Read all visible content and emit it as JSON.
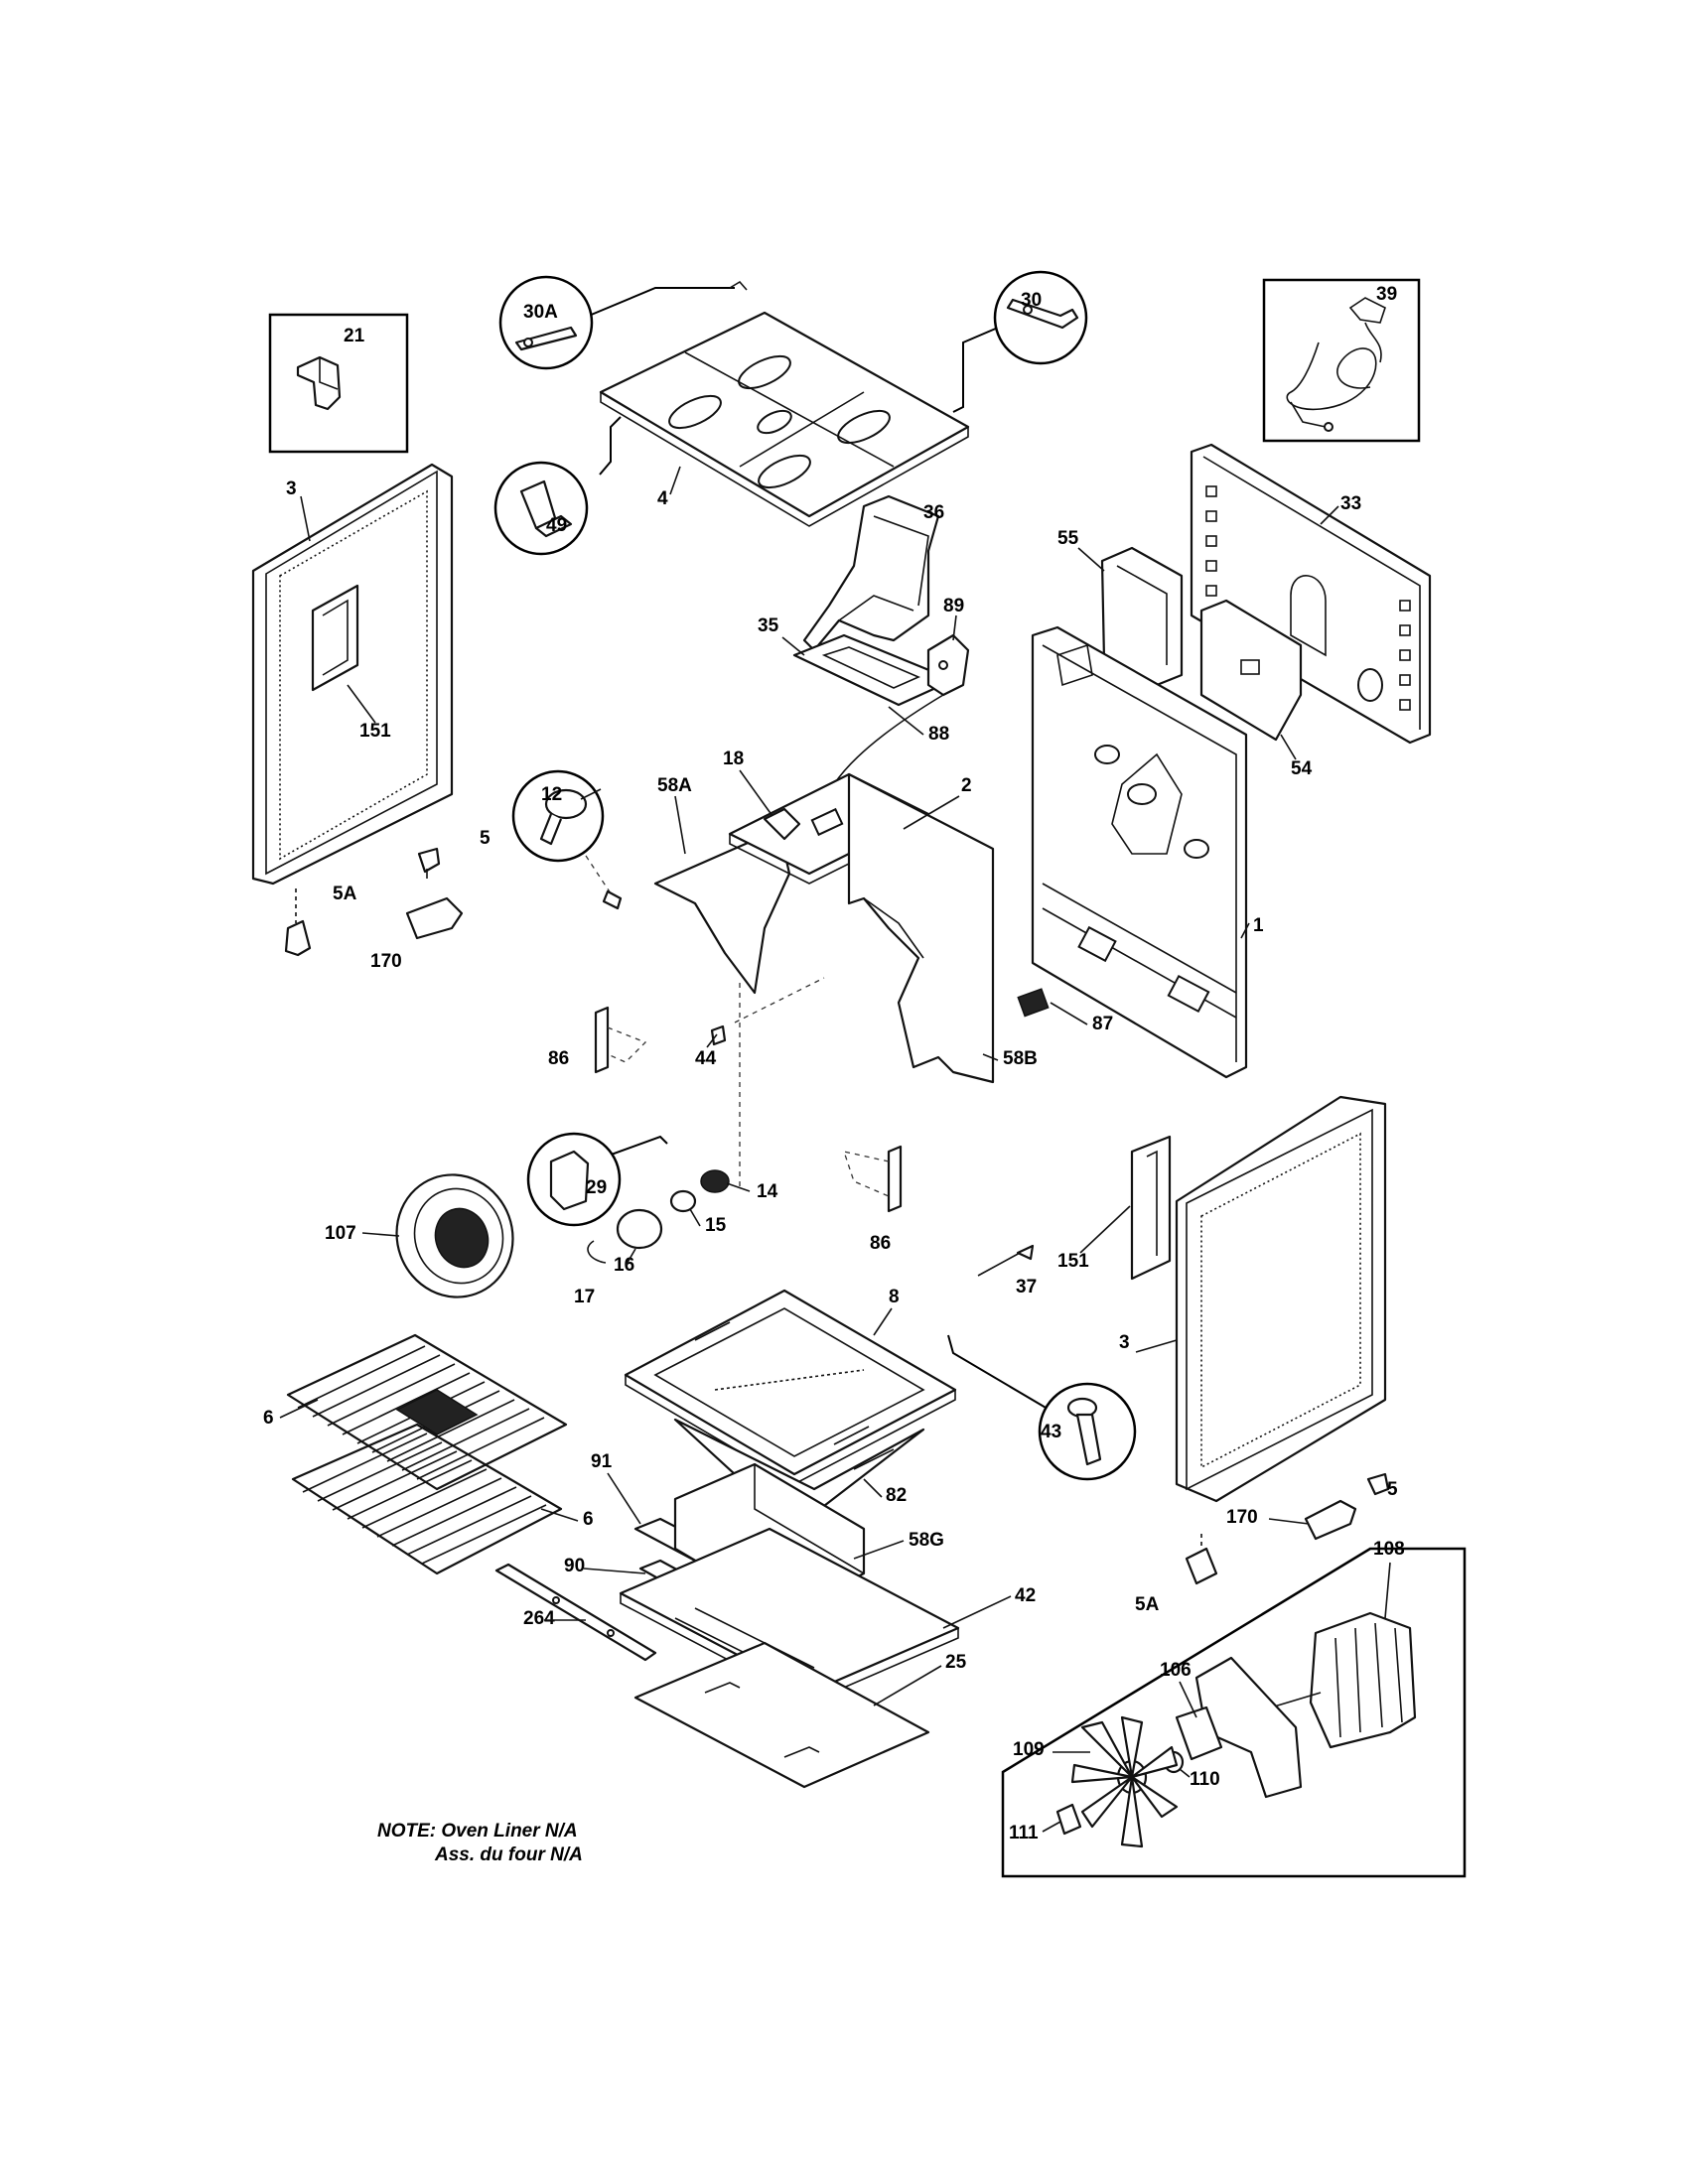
{
  "callouts": {
    "c_21": "21",
    "c_30A": "30A",
    "c_30": "30",
    "c_39": "39",
    "c_49": "49",
    "c_4": "4",
    "c_3a": "3",
    "c_36": "36",
    "c_33": "33",
    "c_55": "55",
    "c_89": "89",
    "c_35": "35",
    "c_88": "88",
    "c_151a": "151",
    "c_54": "54",
    "c_12": "12",
    "c_18": "18",
    "c_58A": "58A",
    "c_2": "2",
    "c_5a": "5",
    "c_5Aa": "5A",
    "c_1": "1",
    "c_170a": "170",
    "c_87": "87",
    "c_86a": "86",
    "c_44": "44",
    "c_58B": "58B",
    "c_29": "29",
    "c_14": "14",
    "c_15": "15",
    "c_107": "107",
    "c_16": "16",
    "c_86b": "86",
    "c_151b": "151",
    "c_17": "17",
    "c_37": "37",
    "c_8": "8",
    "c_3b": "3",
    "c_43": "43",
    "c_6a": "6",
    "c_91": "91",
    "c_82": "82",
    "c_5b": "5",
    "c_170b": "170",
    "c_6b": "6",
    "c_58G": "58G",
    "c_108": "108",
    "c_90": "90",
    "c_42": "42",
    "c_5Ab": "5A",
    "c_264": "264",
    "c_25": "25",
    "c_106": "106",
    "c_109": "109",
    "c_110": "110",
    "c_111": "111"
  },
  "note": {
    "line1": "NOTE: Oven Liner N/A",
    "line2": "Ass. du four N/A"
  }
}
